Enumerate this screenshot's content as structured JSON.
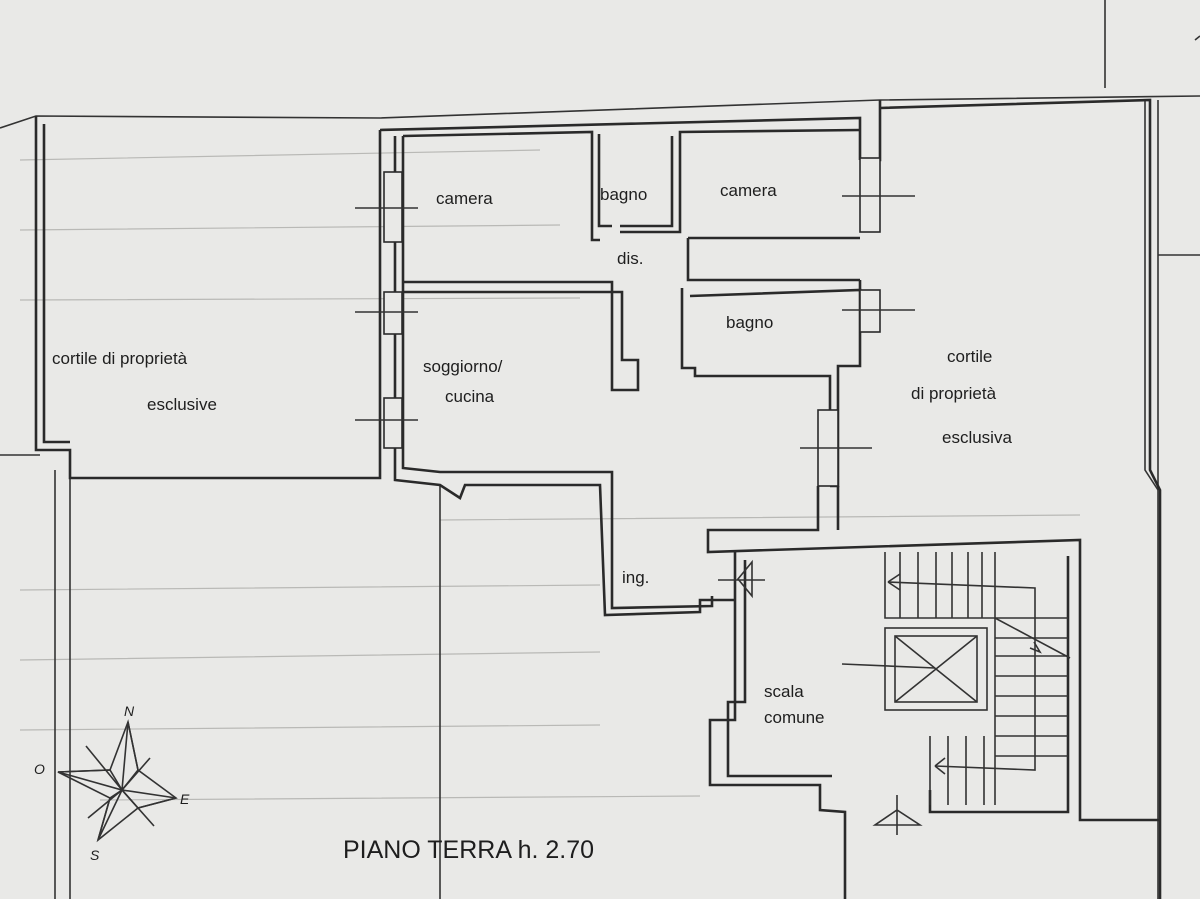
{
  "plan": {
    "title": "PIANO TERRA h. 2.70",
    "rooms": {
      "camera_left": "camera",
      "bagno_top": "bagno",
      "camera_right": "camera",
      "dis": "dis.",
      "bagno_mid": "bagno",
      "soggiorno_line1": "soggiorno/",
      "soggiorno_line2": "cucina",
      "cortile_left_line1": "cortile di proprietà",
      "cortile_left_line2": "esclusive",
      "cortile_right_line1": "cortile",
      "cortile_right_line2": "di proprietà",
      "cortile_right_line3": "esclusiva",
      "ingresso": "ing.",
      "scala_line1": "scala",
      "scala_line2": "comune"
    },
    "compass": {
      "north": "N",
      "south": "S",
      "east": "E",
      "west": "O"
    }
  },
  "colors": {
    "paper": "#e9e9e7",
    "ink": "#2a2a2a"
  }
}
